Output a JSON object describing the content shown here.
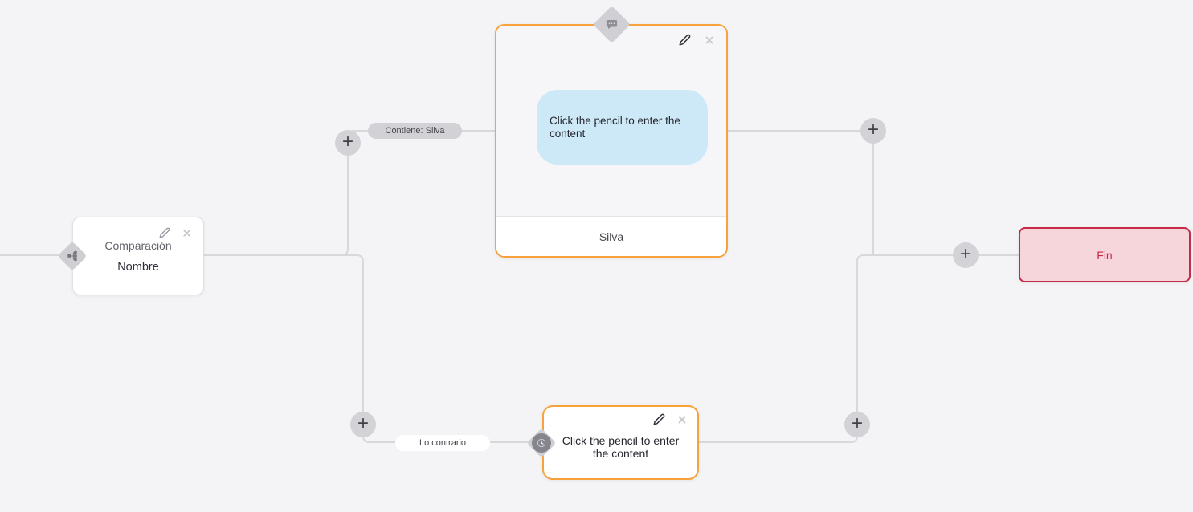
{
  "app": {
    "background_color": "#f4f4f6",
    "edge_color": "#d8d8db",
    "accent_orange": "#f7a23c",
    "accent_red": "#c52b49",
    "bubble_blue": "#cde9f8"
  },
  "glyphs": {
    "plus": "+"
  },
  "nodes": {
    "condition": {
      "title": "Comparación",
      "subtitle": "Nombre",
      "icon": "branch-icon"
    },
    "message": {
      "bubble_text": "Click the pencil to enter the content",
      "footer_text": "Silva",
      "icon": "chat-bubble-icon"
    },
    "timer": {
      "text": "Click the pencil to enter the content",
      "icon": "clock-icon"
    },
    "end": {
      "label": "Fin"
    }
  },
  "edge_labels": {
    "contains": "Contiene: Silva",
    "otherwise": "Lo contrario"
  }
}
